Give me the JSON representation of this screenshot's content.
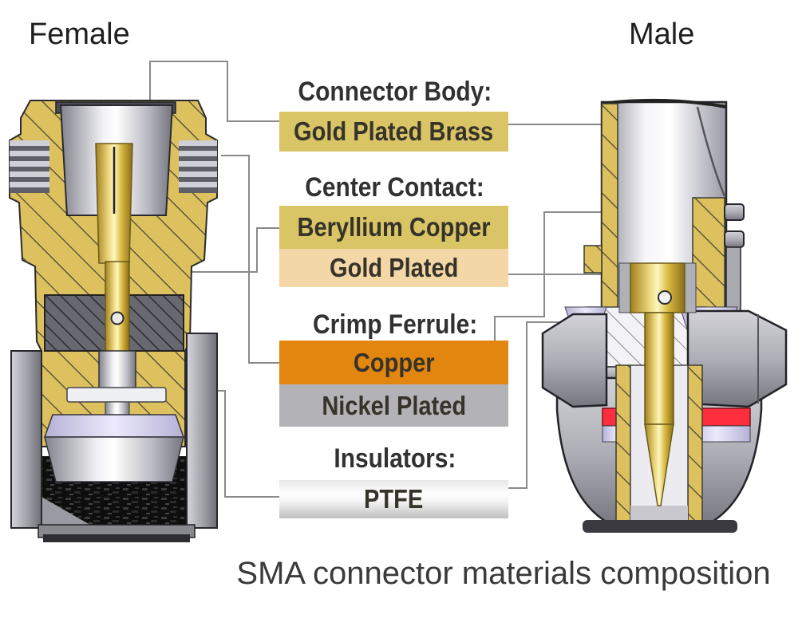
{
  "labels": {
    "female": "Female",
    "male": "Male"
  },
  "caption": "SMA connector materials composition",
  "materials": [
    {
      "heading": "Connector Body:",
      "items": [
        {
          "text": "Gold Plated Brass",
          "color_key": "gold"
        }
      ]
    },
    {
      "heading": "Center Contact:",
      "items": [
        {
          "text": "Beryllium Copper",
          "color_key": "gold"
        },
        {
          "text": "Gold Plated",
          "color_key": "gold_plated"
        }
      ]
    },
    {
      "heading": "Crimp Ferrule:",
      "items": [
        {
          "text": "Copper",
          "color_key": "copper"
        },
        {
          "text": "Nickel Plated",
          "color_key": "nickel"
        }
      ]
    },
    {
      "heading": "Insulators:",
      "items": [
        {
          "text": "PTFE",
          "color_key": "ptfe"
        }
      ]
    }
  ],
  "colors": {
    "gold": "#d9c466",
    "gold_plated": "#f4d7a6",
    "copper": "#e2860f",
    "nickel": "#b3b3b7",
    "ptfe": "linear-gradient(180deg,#e6e6e6 0%,#ffffff 35%,#f4f4f4 55%,#bfbfbf 100%)",
    "leader_line": "#8a8a8a",
    "heading_text": "#313131",
    "box_text": "#35332a"
  },
  "illustrations": {
    "left": "SMA female connector cross-section",
    "right": "SMA male connector cross-section"
  }
}
